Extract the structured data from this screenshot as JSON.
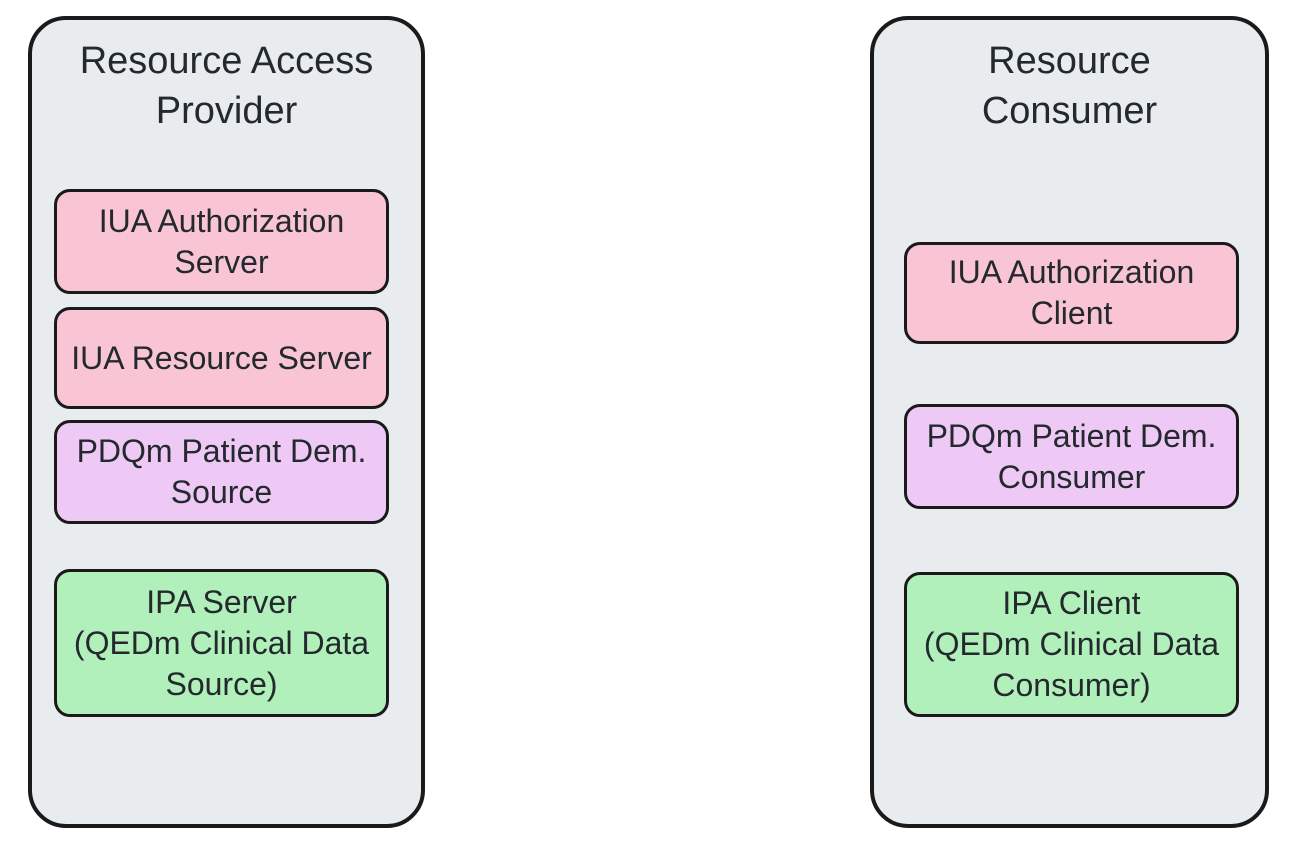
{
  "diagram": {
    "colors": {
      "group_fill": "#e8ecef",
      "border": "#1a1a1a",
      "text": "#24292e",
      "pink": "#f9c5d5",
      "purple": "#efc9f5",
      "green": "#b1f0bb"
    },
    "groups": [
      {
        "title": "Resource Access Provider",
        "title_lines": [
          "Resource Access",
          "Provider"
        ],
        "nodes": [
          {
            "label": "IUA Authorization Server",
            "label_lines": [
              "IUA Authorization",
              "Server"
            ],
            "color": "pink"
          },
          {
            "label": "IUA Resource Server",
            "label_lines": [
              "IUA Resource Server"
            ],
            "color": "pink"
          },
          {
            "label": "PDQm Patient Dem. Source",
            "label_lines": [
              "PDQm Patient Dem.",
              "Source"
            ],
            "color": "purple"
          },
          {
            "label": "IPA Server (QEDm Clinical Data Source)",
            "label_lines": [
              "IPA Server",
              "(QEDm Clinical Data",
              "Source)"
            ],
            "color": "green"
          }
        ]
      },
      {
        "title": "Resource Consumer",
        "title_lines": [
          "Resource",
          "Consumer"
        ],
        "nodes": [
          {
            "label": "IUA Authorization Client",
            "label_lines": [
              "IUA Authorization",
              "Client"
            ],
            "color": "pink"
          },
          {
            "label": "PDQm Patient Dem. Consumer",
            "label_lines": [
              "PDQm Patient Dem.",
              "Consumer"
            ],
            "color": "purple"
          },
          {
            "label": "IPA Client (QEDm Clinical Data Consumer)",
            "label_lines": [
              "IPA Client",
              "(QEDm Clinical Data",
              "Consumer)"
            ],
            "color": "green"
          }
        ]
      }
    ]
  }
}
